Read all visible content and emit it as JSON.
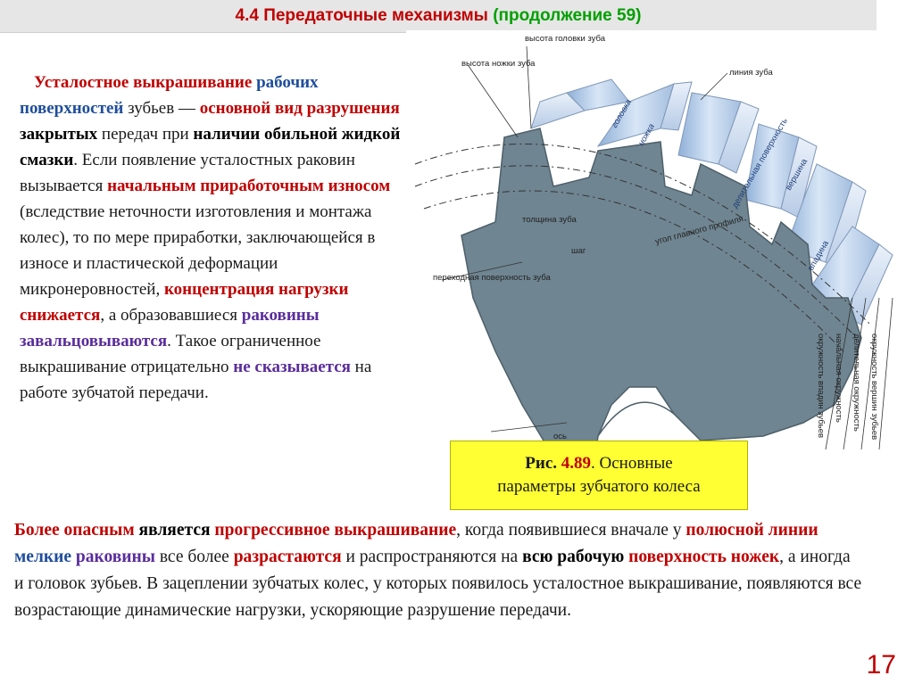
{
  "header": {
    "number": "4.4",
    "title": "Передаточные механизмы",
    "subtitle": "(продолжение 59)"
  },
  "left_text": {
    "s1": "Усталостное выкрашивание",
    "s2": "рабочих",
    "s3": "поверхностей",
    "s4": "зубьев —",
    "s5": "основной вид разрушения",
    "s6": "закрытых",
    "s7": "передач при",
    "s8": "наличии обильной жидкой смазки",
    "s9": ". Если появление усталостных раковин вызывается",
    "s10": "начальным приработочным износом",
    "s11": "(вследствие неточности изготовления и монтажа колес), то по мере приработки, заключающейся в износе и пластической деформации микронеровностей,",
    "s12": "концентрация нагрузки снижается",
    "s13": ", а образовавшиеся",
    "s14": "раковины завальцовываются",
    "s15": ". Такое ограниченное выкрашивание отрицательно",
    "s16": "не сказывается",
    "s17": "на работе зубчатой передачи."
  },
  "figure_labels": {
    "tooth_height": "высота головки зуба",
    "dedendum": "высота ножки зуба",
    "tooth_line": "линия зуба",
    "head": "головка",
    "foot": "ножка",
    "pitch_surface": "делительная поверхность",
    "top": "вершина",
    "thickness": "толщина зуба",
    "pitch": "шаг",
    "angle": "угол главного профиля",
    "transition": "переходная поверхность зуба",
    "valley": "впадина",
    "axis": "ось",
    "circle_roots": "окружность впадин зубьев",
    "circle_initial": "начальная окружность",
    "circle_pitch": "делительная окружность",
    "circle_tops": "окружность вершин зубьев"
  },
  "caption": {
    "label": "Рис.",
    "number": "4.89",
    "text_line1": ". Основные",
    "text_line2": "параметры зубчатого колеса"
  },
  "bottom_text": {
    "t1": "Более опасным",
    "t2": "является",
    "t3": "прогрессивное выкрашивание",
    "t4": ", когда появившиеся вначале у",
    "t5": "полюсной линии",
    "t6": "мелкие",
    "t7": "раковины",
    "t8": "все более",
    "t9": "разрастаются",
    "t10": "и распространяются на",
    "t11": "всю рабочую",
    "t12": "поверхность ножек",
    "t13": ", а иногда и головок зубьев. В зацеплении зубчатых колес, у которых появилось усталостное выкрашивание, появляются все возрастающие динамические нагрузки, ускоряющие разрушение передачи."
  },
  "page_number": "17",
  "colors": {
    "red": "#c00000",
    "green": "#00a000",
    "blue": "#1f4e9c",
    "purple": "#5a2d9c",
    "caption_bg": "#ffff33",
    "gear": "#6f8591"
  }
}
